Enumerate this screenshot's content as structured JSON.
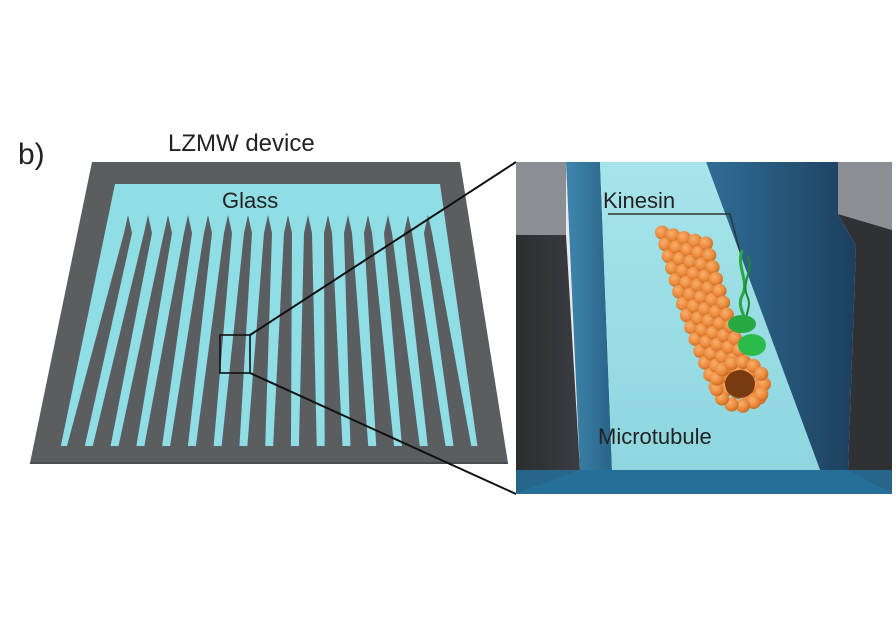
{
  "labels": {
    "panel": "b)",
    "device": "LZMW device",
    "glass": "Glass",
    "kinesin": "Kinesin",
    "microtubule": "Microtubule"
  },
  "colors": {
    "frame_gray": "#5b5e61",
    "frame_edge": "#4a4d50",
    "glass_cyan": "#8fdde5",
    "glass_light": "#a9e6ec",
    "wall_dark": "#2f3134",
    "wall_blue": "#2c5f88",
    "floor_cyan": "#9be0e6",
    "floor_blue": "#24709a",
    "tubulin_orange": "#ec8a3c",
    "tubulin_dark": "#c2671f",
    "kinesin_green": "#26a843",
    "zoom_line": "#111111"
  },
  "device": {
    "fingers": 16
  },
  "microtubule": {
    "protofilament_rows": 5,
    "subunits_per_row": 14
  }
}
